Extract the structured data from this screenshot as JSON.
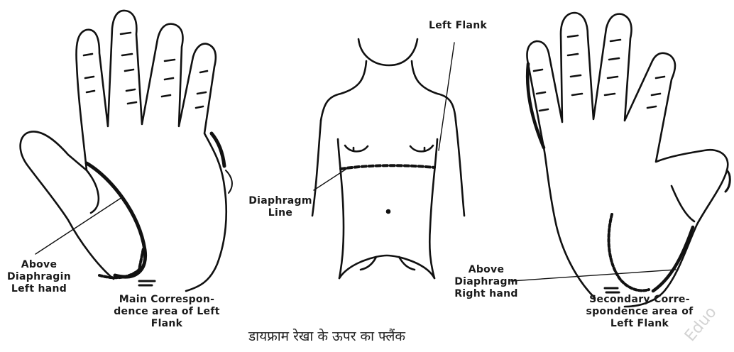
{
  "labels": {
    "left_flank": "Left Flank",
    "diaphragm_line_1": "Diaphragm",
    "diaphragm_line_2": "Line",
    "above_diaphragm_left_1": "Above",
    "above_diaphragm_left_2": "Diaphragin",
    "above_diaphragm_left_3": "Left hand",
    "main_corr_1": "Main Correspon-",
    "main_corr_2": "dence area of Left",
    "main_corr_3": "Flank",
    "above_diaphragm_right_1": "Above",
    "above_diaphragm_right_2": "Diaphragm",
    "above_diaphragm_right_3": "Right hand",
    "secondary_corr_1": "Secondary Corre-",
    "secondary_corr_2": "spondence area of",
    "secondary_corr_3": "Left Flank"
  },
  "caption": "डायफ्राम रेखा के ऊपर का फ्लैंक",
  "watermark": "Eduo"
}
